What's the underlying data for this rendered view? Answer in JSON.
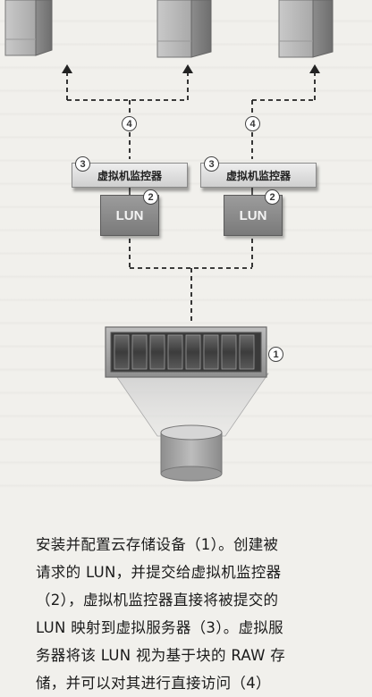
{
  "diagram": {
    "hypervisor_label": "虚拟机监控器",
    "lun_label": "LUN",
    "badges": {
      "storage": "1",
      "lun": "2",
      "hypervisor": "3",
      "access": "4"
    }
  },
  "caption": {
    "lines": [
      "安装并配置云存储设备（1）。创建被",
      "请求的 LUN，并提交给虚拟机监控器",
      "（2），虚拟机监控器直接将被提交的",
      "LUN 映射到虚拟服务器（3）。虚拟服",
      "务器将该 LUN 视为基于块的 RAW 存",
      "储，并可以对其进行直接访问（4）"
    ]
  }
}
